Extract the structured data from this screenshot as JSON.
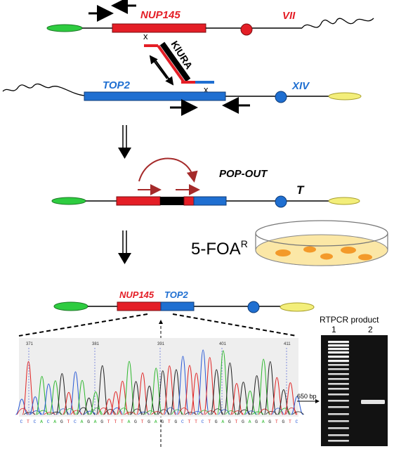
{
  "labels": {
    "gene_nup145": "NUP145",
    "chr_vii": "VII",
    "marker": "KlURA",
    "x1": "x",
    "x2": "x",
    "gene_top2": "TOP2",
    "chr_xiv": "XIV",
    "popout": "POP-OUT",
    "t_label": "T",
    "foa": "5-FOA",
    "foa_sup": "R",
    "fusion_nup145": "NUP145",
    "fusion_top2": "TOP2"
  },
  "chromatogram": {
    "positions": [
      "371",
      "381",
      "391",
      "401",
      "411"
    ],
    "sequence": "CTCACAGTCAGAGTTTAGTGAGTGCTTCTGAGTGAGAGTGTC"
  },
  "gel": {
    "title": "RTPCR product",
    "lane1": "1",
    "lane2": "2",
    "marker_label": "650 bp"
  },
  "colors": {
    "nup145": "#e41e26",
    "top2": "#1f6fd1",
    "centromere_nup": "#e41e26",
    "centromere_top": "#1f6fd1",
    "telomere_left": "#2ecc40",
    "telomere_right": "#f3ee7a",
    "arrows_popout": "#a52a2a",
    "colonies": "#f39a2a",
    "plate": "#fbe7a6",
    "trace_a": "#2eb82e",
    "trace_c": "#2b5bd6",
    "trace_g": "#222222",
    "trace_t": "#e02424"
  }
}
